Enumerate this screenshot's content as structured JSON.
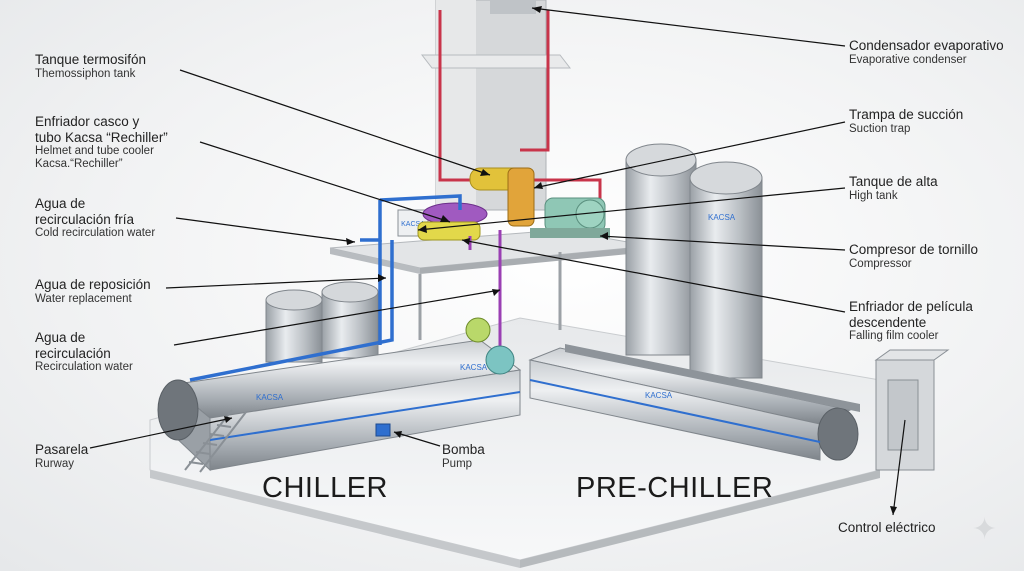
{
  "labels": {
    "condensador": {
      "es": "Condensador evaporativo",
      "en": "Evaporative condenser"
    },
    "tanque_termosifon": {
      "es": "Tanque termosifón",
      "en": "Themossiphon tank"
    },
    "enfriador_casco": {
      "es1": "Enfriador casco y",
      "es2": "tubo Kacsa “Rechiller”",
      "en1": "Helmet and tube cooler",
      "en2": "Kacsa.“Rechiller”"
    },
    "trampa": {
      "es": "Trampa de succión",
      "en": "Suction trap"
    },
    "tanque_alta": {
      "es": "Tanque de alta",
      "en": "High tank"
    },
    "agua_fria": {
      "es1": "Agua de",
      "es2": "recirculación fría",
      "en": "Cold recirculation water"
    },
    "compresor": {
      "es": "Compresor de tornillo",
      "en": "Compressor"
    },
    "agua_reposicion": {
      "es": "Agua de reposición",
      "en": "Water replacement"
    },
    "enfriador_pelicula": {
      "es1": "Enfriador de película",
      "es2": "descendente",
      "en": "Falling film cooler"
    },
    "agua_recirc": {
      "es1": "Agua de",
      "es2": "recirculación",
      "en": "Recirculation water"
    },
    "pasarela": {
      "es": "Pasarela",
      "en": "Rurway"
    },
    "bomba": {
      "es": "Bomba",
      "en": "Pump"
    },
    "control": {
      "es": "Control eléctrico"
    }
  },
  "sections": {
    "chiller": "CHILLER",
    "prechiller": "PRE-CHILLER"
  },
  "brand": "KACSA",
  "colors": {
    "pipe_blue": "#2f6fcf",
    "pipe_red": "#c8344a",
    "pipe_purple": "#9a3fb3",
    "yellow": "#e2c23a",
    "green": "#8fc7b5"
  }
}
